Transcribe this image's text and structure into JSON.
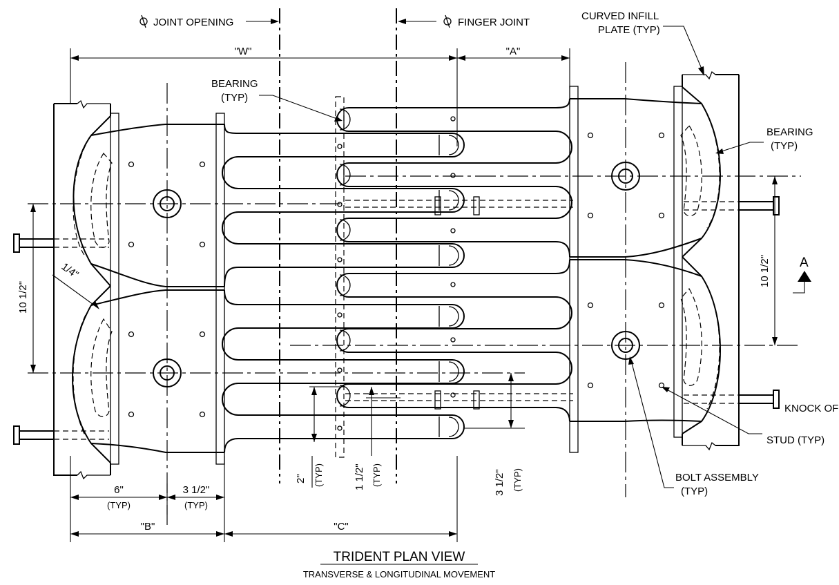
{
  "labels": {
    "cl_joint_opening": "JOINT OPENING",
    "cl_finger_joint": "FINGER JOINT",
    "curved_infill_1": "CURVED INFILL",
    "curved_infill_2": "PLATE (TYP)",
    "bearing_left_1": "BEARING",
    "bearing_left_2": "(TYP)",
    "bearing_right_1": "BEARING",
    "bearing_right_2": "(TYP)",
    "knock_off_1": "KNOCK OFF",
    "knock_off_2": "STUD (TYP)",
    "bolt_assembly_1": "BOLT ASSEMBLY",
    "bolt_assembly_2": "(TYP)",
    "section_marker": "A"
  },
  "dimensions": {
    "w": "\"W\"",
    "a": "\"A\"",
    "b": "\"B\"",
    "c": "\"C\"",
    "six": "6\"",
    "six_typ": "(TYP)",
    "three_half": "3 1/2\"",
    "three_half_typ": "(TYP)",
    "ten_half_left": "10 1/2\"",
    "ten_half_right": "10 1/2\"",
    "quarter": "1/4\"",
    "two": "2\"",
    "two_typ": "(TYP)",
    "one_half": "1 1/2\"",
    "one_half_typ": "(TYP)",
    "three_half_v": "3 1/2\"",
    "three_half_v_typ": "(TYP)"
  },
  "title": {
    "main": "TRIDENT PLAN VIEW",
    "sub": "TRANSVERSE & LONGITUDINAL MOVEMENT"
  },
  "symbols": {
    "centerline": "centerline-symbol"
  }
}
